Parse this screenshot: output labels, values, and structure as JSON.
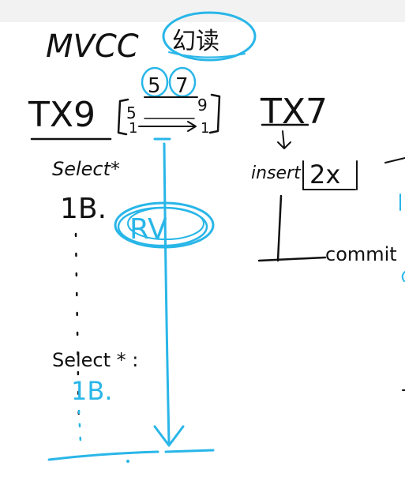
{
  "heading": {
    "text": "MVCC",
    "highlight": "幻读"
  },
  "tx_left": {
    "label": "TX9",
    "bracket_left": "5",
    "bracket_right": "9",
    "range_left": "1",
    "range_right": "1",
    "above_left": "5",
    "above_right": "7",
    "steps": [
      {
        "text": "Select*",
        "result": "1B."
      },
      {
        "text": "Select * :",
        "result": "1B."
      }
    ],
    "rv_label": "RV"
  },
  "tx_right": {
    "label": "TX7",
    "insert_text": "insert",
    "insert_value": "2x",
    "commit_text": "commit"
  },
  "colors": {
    "ink": "#111111",
    "highlight": "#29b6e8"
  }
}
